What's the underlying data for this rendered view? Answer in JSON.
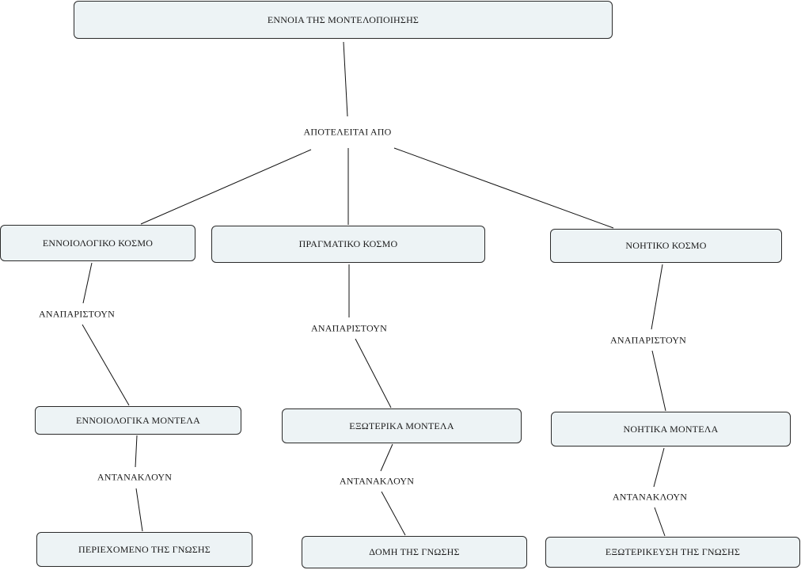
{
  "concept_map": {
    "root": {
      "label": "ΕΝΝΟΙΑ ΤΗΣ ΜΟΝΤΕΛΟΠΟΙΗΣΗΣ"
    },
    "root_link": {
      "label": "ΑΠΟΤΕΛΕΙΤΑΙ ΑΠΟ"
    },
    "worlds": [
      {
        "label": "ΕΝΝΟΙΟΛΟΓΙΚΟ ΚΟΣΜΟ"
      },
      {
        "label": "ΠΡΑΓΜΑΤΙΚΟ ΚΟΣΜΟ"
      },
      {
        "label": "ΝΟΗΤΙΚΟ ΚΟΣΜΟ"
      }
    ],
    "represent_links": [
      {
        "label": "ΑΝΑΠΑΡΙΣΤΟΥΝ"
      },
      {
        "label": "ΑΝΑΠΑΡΙΣΤΟΥΝ"
      },
      {
        "label": "ΑΝΑΠΑΡΙΣΤΟΥΝ"
      }
    ],
    "models": [
      {
        "label": "ΕΝΝΟΙΟΛΟΓΙΚΑ ΜΟΝΤΕΛΑ"
      },
      {
        "label": "ΕΞΩΤΕΡΙΚΑ ΜΟΝΤΕΛΑ"
      },
      {
        "label": "ΝΟΗΤΙΚΑ ΜΟΝΤΕΛΑ"
      }
    ],
    "reflect_links": [
      {
        "label": "ΑΝΤΑΝΑΚΛΟΥΝ"
      },
      {
        "label": "ΑΝΤΑΝΑΚΛΟΥΝ"
      },
      {
        "label": "ΑΝΤΑΝΑΚΛΟΥΝ"
      }
    ],
    "knowledge": [
      {
        "label": "ΠΕΡΙΕΧΟΜΕΝΟ ΤΗΣ ΓΝΩΣΗΣ"
      },
      {
        "label": "ΔΟΜΗ ΤΗΣ ΓΝΩΣΗΣ"
      },
      {
        "label": "ΕΞΩΤΕΡΙΚΕΥΣΗ ΤΗΣ ΓΝΩΣΗΣ"
      }
    ]
  }
}
